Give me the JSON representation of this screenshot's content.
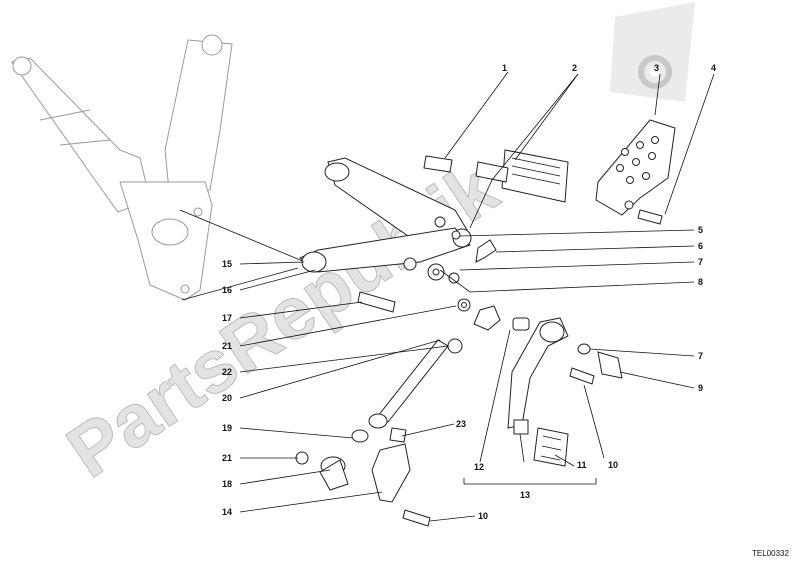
{
  "watermark": {
    "text": "PartsRepublik",
    "gear_icon": "gear-icon"
  },
  "drawing_code": "TEL00332",
  "callouts": [
    {
      "id": "1",
      "text": "1"
    },
    {
      "id": "2",
      "text": "2"
    },
    {
      "id": "3",
      "text": "3"
    },
    {
      "id": "4",
      "text": "4"
    },
    {
      "id": "5",
      "text": "5"
    },
    {
      "id": "6",
      "text": "6"
    },
    {
      "id": "7a",
      "text": "7"
    },
    {
      "id": "8",
      "text": "8"
    },
    {
      "id": "7b",
      "text": "7"
    },
    {
      "id": "9",
      "text": "9"
    },
    {
      "id": "10a",
      "text": "10"
    },
    {
      "id": "11",
      "text": "11"
    },
    {
      "id": "12",
      "text": "12"
    },
    {
      "id": "13",
      "text": "13"
    },
    {
      "id": "15",
      "text": "15"
    },
    {
      "id": "16",
      "text": "16"
    },
    {
      "id": "17",
      "text": "17"
    },
    {
      "id": "21a",
      "text": "21"
    },
    {
      "id": "22",
      "text": "22"
    },
    {
      "id": "20",
      "text": "20"
    },
    {
      "id": "19",
      "text": "19"
    },
    {
      "id": "23",
      "text": "23"
    },
    {
      "id": "21b",
      "text": "21"
    },
    {
      "id": "18",
      "text": "18"
    },
    {
      "id": "14",
      "text": "14"
    },
    {
      "id": "10b",
      "text": "10"
    }
  ]
}
